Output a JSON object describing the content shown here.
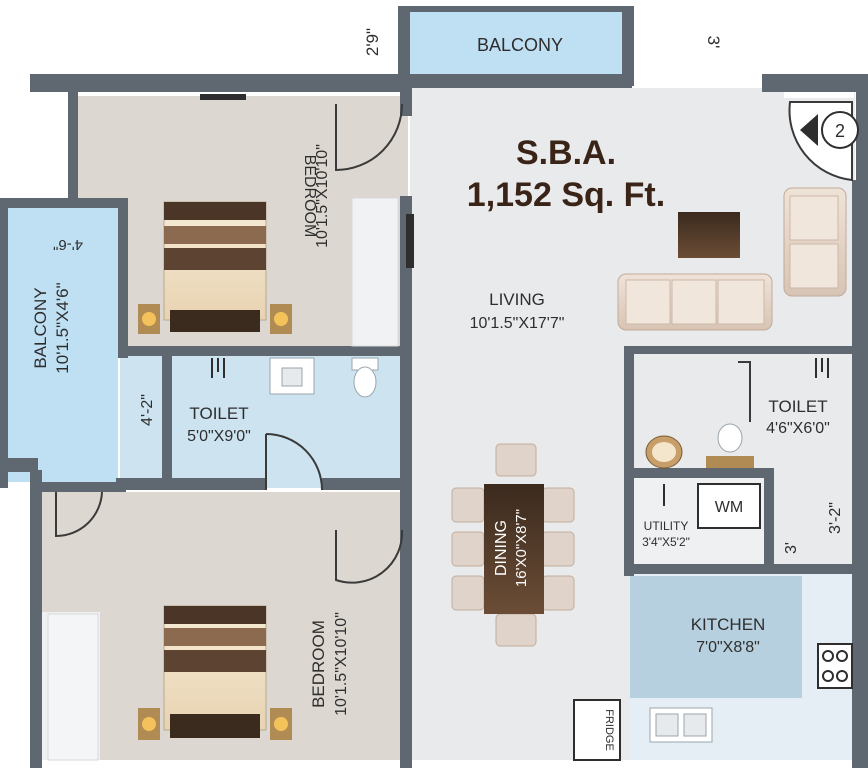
{
  "header": {
    "sba_label": "S.B.A.",
    "area": "1,152 Sq. Ft."
  },
  "compass": {
    "number": "2"
  },
  "rooms": {
    "balcony_top": {
      "name": "BALCONY"
    },
    "bedroom_1": {
      "name": "BEDROOM",
      "size": "10'1.5\"X10'10\""
    },
    "balcony_left": {
      "name": "BALCONY",
      "size": "10'1.5\"X4'6\"",
      "dim": "4'-6\""
    },
    "toilet_1": {
      "name": "TOILET",
      "size": "5'0\"X9'0\"",
      "dim": "4'-2\""
    },
    "living": {
      "name": "LIVING",
      "size": "10'1.5\"X17'7\""
    },
    "dining": {
      "name": "DINING",
      "size": "16'X0\"X8'7\""
    },
    "toilet_2": {
      "name": "TOILET",
      "size": "4'6\"X6'0\""
    },
    "utility": {
      "name": "UTILITY",
      "size": "3'4\"X5'2\"",
      "wm": "WM"
    },
    "bedroom_2": {
      "name": "BEDROOM",
      "size": "10'1.5\"X10'10\""
    },
    "kitchen": {
      "name": "KITCHEN",
      "size": "7'0\"X8'8\"",
      "fridge": "FRIDGE"
    }
  },
  "dimensions": {
    "top_left": "2'9\"",
    "top_right": "3'",
    "utility_right_v": "3'-2\"",
    "utility_right_h": "3'"
  },
  "colors": {
    "wall": "#5f6870",
    "floor_living": "#e9eaec",
    "floor_bedroom": "#dcd8d1",
    "floor_wet": "#cde3ef",
    "balcony": "#bfe0f2",
    "kitchen": "#b7d0df",
    "title": "#3a2418"
  }
}
